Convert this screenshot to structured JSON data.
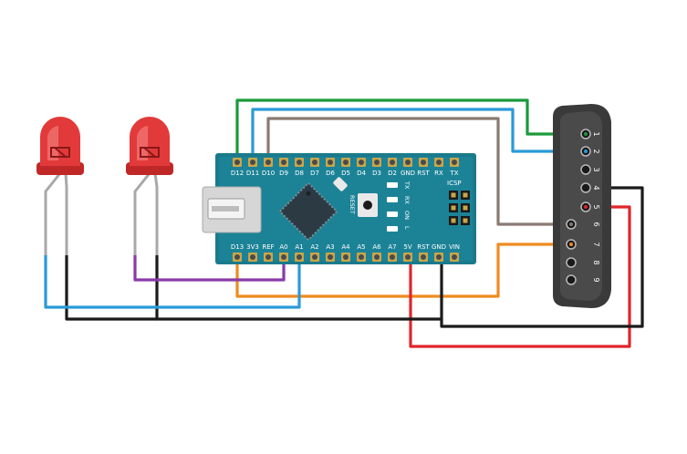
{
  "board": {
    "top_pins": [
      "D12",
      "D11",
      "D10",
      "D9",
      "D8",
      "D7",
      "D6",
      "D5",
      "D4",
      "D3",
      "D2",
      "GND",
      "RST",
      "RX",
      "TX"
    ],
    "bottom_pins": [
      "D13",
      "3V3",
      "REF",
      "A0",
      "A1",
      "A2",
      "A3",
      "A4",
      "A5",
      "A6",
      "A7",
      "5V",
      "RST",
      "GND",
      "VIN"
    ],
    "icsp_label": "ICSP",
    "reset_label": "RESET",
    "led_labels": [
      "TX",
      "RX",
      "ON",
      "L"
    ]
  },
  "connector": {
    "pin_numbers": [
      "1",
      "2",
      "3",
      "4",
      "5",
      "6",
      "7",
      "8",
      "9"
    ]
  },
  "colors": {
    "board": "#1a7a8c",
    "wire_green": "#1a9a3c",
    "wire_blue": "#2a9ad8",
    "wire_gray": "#8a7a70",
    "wire_orange": "#f08a20",
    "wire_red": "#e0252b",
    "wire_black": "#1a1a1a",
    "wire_purple": "#8a3aa8",
    "led_red": "#e23a3a"
  }
}
